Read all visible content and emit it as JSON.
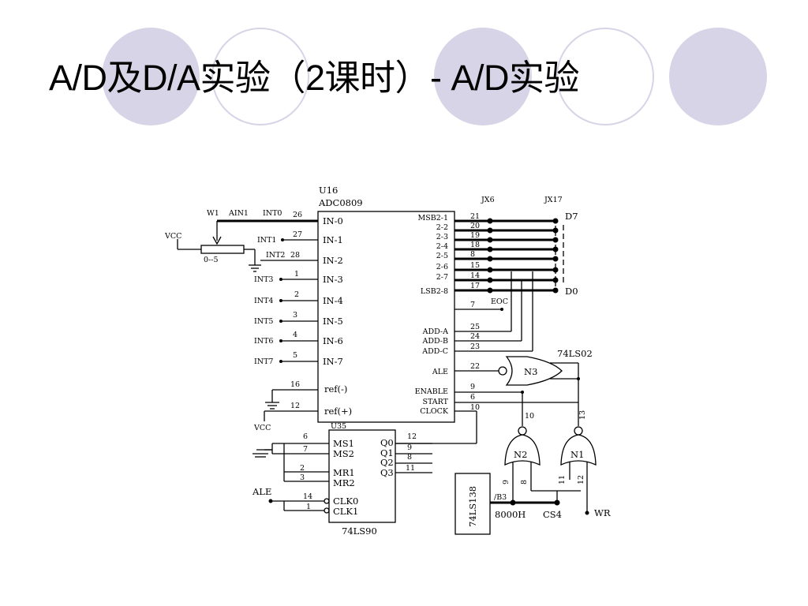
{
  "slide": {
    "title": "A/D及D/A实验（2课时）- A/D实验",
    "accent_color": "#d6d4e6"
  },
  "schematic": {
    "adc": {
      "ref": "U16",
      "part": "ADC0809",
      "left_pins": [
        "IN-0",
        "IN-1",
        "IN-2",
        "IN-3",
        "IN-4",
        "IN-5",
        "IN-6",
        "IN-7",
        "ref(-)",
        "ref(+)"
      ],
      "left_pin_numbers": [
        "26",
        "27",
        "28",
        "1",
        "2",
        "3",
        "4",
        "5",
        "16",
        "12"
      ],
      "input_labels": [
        "INT0",
        "INT1",
        "INT2",
        "INT3",
        "INT4",
        "INT5",
        "INT6",
        "INT7"
      ],
      "right_pins": [
        "MSB2-1",
        "2-2",
        "2-3",
        "2-4",
        "2-5",
        "2-6",
        "2-7",
        "LSB2-8",
        "EOC",
        "ADD-A",
        "ADD-B",
        "ADD-C",
        "ALE",
        "ENABLE",
        "START",
        "CLOCK"
      ],
      "right_pin_numbers": [
        "21",
        "20",
        "19",
        "18",
        "8",
        "15",
        "14",
        "17",
        "7",
        "25",
        "24",
        "23",
        "22",
        "9",
        "6",
        "10"
      ]
    },
    "connectors": {
      "jx6": "JX6",
      "jx17": "JX17",
      "d7": "D7",
      "d0": "D0"
    },
    "pot": {
      "ref": "W1",
      "net": "AIN1",
      "range": "0--5",
      "vcc_top": "VCC",
      "vcc_bottom": "VCC"
    },
    "counter": {
      "ref": "U35",
      "part": "74LS90",
      "left_pins": [
        "MS1",
        "MS2",
        "MR1",
        "MR2",
        "CLK0",
        "CLK1"
      ],
      "left_pin_numbers": [
        "6",
        "7",
        "2",
        "3",
        "14",
        "1"
      ],
      "right_pins": [
        "Q0",
        "Q1",
        "Q2",
        "Q3"
      ],
      "right_pin_numbers": [
        "12",
        "9",
        "8",
        "11"
      ],
      "ale_label": "ALE"
    },
    "gates": {
      "n3": "N3",
      "n2": "N2",
      "n1": "N1",
      "chip": "74LS02",
      "n2_in_pins": [
        "9",
        "8"
      ],
      "n2_out_pin": "10",
      "n1_in_pins": [
        "11",
        "12"
      ],
      "n1_out_pin": "13"
    },
    "decoder": {
      "part": "74LS138",
      "output": "/B3",
      "address": "8000H",
      "select": "CS4",
      "wr": "WR"
    }
  }
}
